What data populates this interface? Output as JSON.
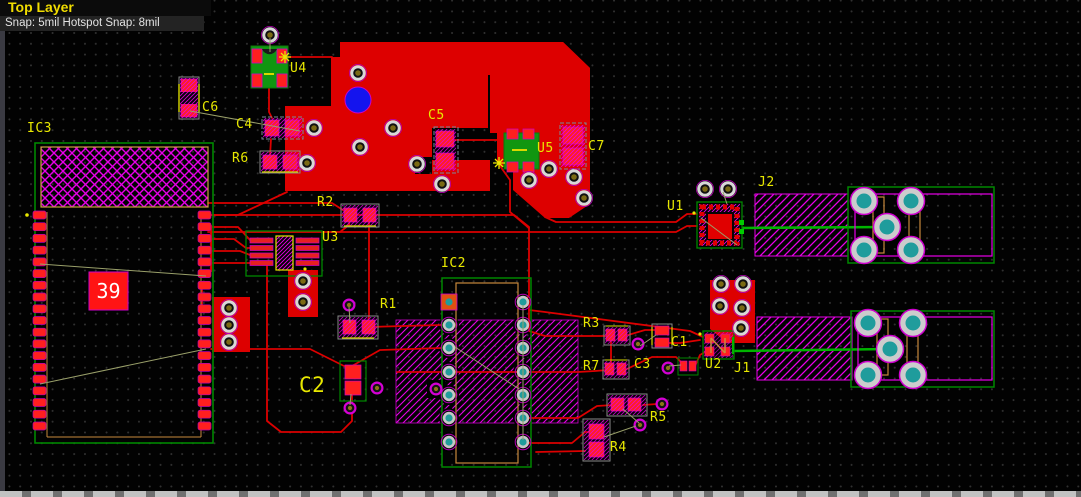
{
  "header": {
    "layer_name": "Top Layer",
    "snap_info": "Snap: 5mil Hotspot Snap: 8mil"
  },
  "designators": {
    "ic3": "IC3",
    "c6": "C6",
    "c4": "C4",
    "r6": "R6",
    "u4": "U4",
    "c5": "C5",
    "u5": "U5",
    "c7": "C7",
    "r2": "R2",
    "u3": "U3",
    "r1": "R1",
    "c2": "C2",
    "ic2": "IC2",
    "r3": "R3",
    "r7": "R7",
    "c1": "C1",
    "c3": "C3",
    "u2": "U2",
    "j1": "J1",
    "j2": "J2",
    "u1": "U1",
    "r5": "R5",
    "r4": "R4",
    "pad39": "39"
  },
  "colors": {
    "background": "#020202",
    "copper_red": "#dd0000",
    "pad_red": "#ff1f1f",
    "silkscreen_yellow": "#e8e800",
    "outline_green": "#008800",
    "hatch_magenta": "#e800e8",
    "pad_teal": "#1f9c9c",
    "hole_olive": "#7a6a14",
    "route_green": "#00b400",
    "via_blue": "#1414ee",
    "component_tan": "#c8893c"
  }
}
